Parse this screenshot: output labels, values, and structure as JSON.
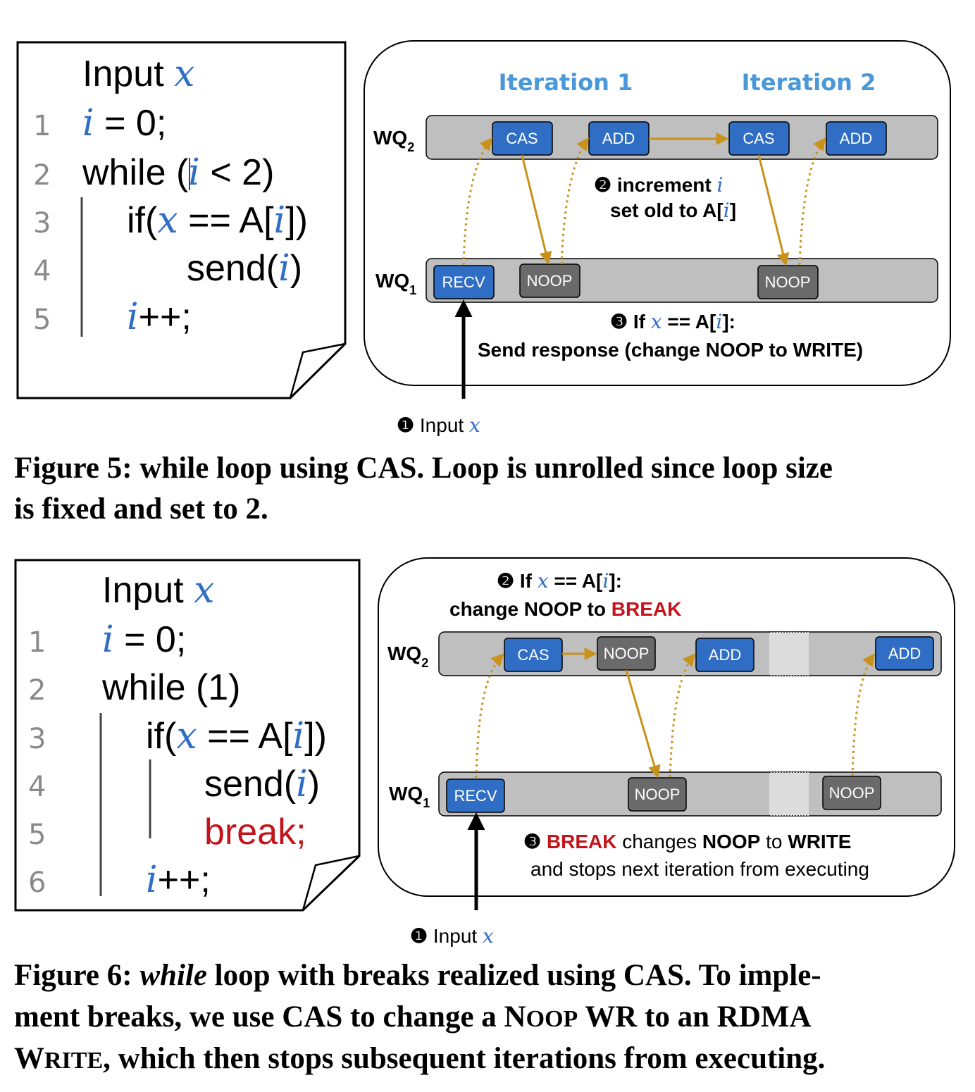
{
  "figure5": {
    "code": {
      "header_prefix": "Input ",
      "header_var": "x",
      "lines": [
        {
          "no": "1",
          "parts": [
            [
              "v",
              "i"
            ],
            [
              "t",
              " = 0;"
            ]
          ]
        },
        {
          "no": "2",
          "parts": [
            [
              "t",
              "while ("
            ],
            [
              "v",
              "i"
            ],
            [
              "t",
              " < 2)"
            ]
          ]
        },
        {
          "no": "3",
          "parts": [
            [
              "t",
              "if("
            ],
            [
              "v",
              "x"
            ],
            [
              "t",
              " == A["
            ],
            [
              "v",
              "i"
            ],
            [
              "t",
              "])"
            ]
          ]
        },
        {
          "no": "4",
          "parts": [
            [
              "t",
              "send("
            ],
            [
              "v",
              "i"
            ],
            [
              "t",
              ")"
            ]
          ]
        },
        {
          "no": "5",
          "parts": [
            [
              "v",
              "i"
            ],
            [
              "t",
              "++;"
            ]
          ]
        }
      ]
    },
    "iterations": [
      "Iteration 1",
      "Iteration 2"
    ],
    "wq2": {
      "label": "WQ",
      "sub": "2",
      "boxes": [
        "CAS",
        "ADD",
        "CAS",
        "ADD"
      ]
    },
    "wq1": {
      "label": "WQ",
      "sub": "1",
      "boxes": [
        "RECV",
        "NOOP",
        "NOOP"
      ]
    },
    "ann2_marker": "❷",
    "ann2_line1": "increment ",
    "ann2_line1_var": "i",
    "ann2_line2_prefix": "set old to A[",
    "ann2_line2_var": "i",
    "ann2_line2_suffix": "]",
    "ann3_marker": "❸",
    "ann3_line1_prefix": "If ",
    "ann3_line1_var": "x",
    "ann3_line1_mid": " == A[",
    "ann3_line1_var2": "i",
    "ann3_line1_suffix": "]:",
    "ann3_line2": "Send response (change NOOP to WRITE)",
    "input_marker": "❶",
    "input_label": "Input ",
    "input_var": "x",
    "caption": "Figure 5: while loop using CAS. Loop is unrolled since loop size",
    "caption_line2": "is fixed and set to 2."
  },
  "figure6": {
    "code": {
      "header_prefix": "Input ",
      "header_var": "x",
      "lines": [
        {
          "no": "1",
          "parts": [
            [
              "v",
              "i"
            ],
            [
              "t",
              " = 0;"
            ]
          ]
        },
        {
          "no": "2",
          "parts": [
            [
              "t",
              "while (1)"
            ]
          ]
        },
        {
          "no": "3",
          "parts": [
            [
              "t",
              "if("
            ],
            [
              "v",
              "x"
            ],
            [
              "t",
              " == A["
            ],
            [
              "v",
              "i"
            ],
            [
              "t",
              "])"
            ]
          ]
        },
        {
          "no": "4",
          "parts": [
            [
              "t",
              "send("
            ],
            [
              "v",
              "i"
            ],
            [
              "t",
              ")"
            ]
          ]
        },
        {
          "no": "5",
          "parts": [
            [
              "r",
              "break;"
            ]
          ]
        },
        {
          "no": "6",
          "parts": [
            [
              "v",
              "i"
            ],
            [
              "t",
              "++;"
            ]
          ]
        }
      ]
    },
    "wq2": {
      "label": "WQ",
      "sub": "2",
      "boxes": [
        "CAS",
        "NOOP",
        "ADD",
        "ADD"
      ]
    },
    "wq1": {
      "label": "WQ",
      "sub": "1",
      "boxes": [
        "RECV",
        "NOOP",
        "NOOP"
      ]
    },
    "ann2_marker": "❷",
    "ann2_line1_prefix": "If ",
    "ann2_line1_var": "x",
    "ann2_line1_mid": " == A[",
    "ann2_line1_var2": "i",
    "ann2_line1_suffix": "]:",
    "ann2_line2_prefix": "change NOOP to ",
    "ann2_line2_red": "BREAK",
    "ann3_marker": "❸",
    "ann3_red": "BREAK",
    "ann3_mid1": " changes ",
    "ann3_bold1": "NOOP",
    "ann3_mid2": " to ",
    "ann3_bold2": "WRITE",
    "ann3_line2": "and stops next iteration from executing",
    "input_marker": "❶",
    "input_label": "Input ",
    "input_var": "x",
    "caption_label": "Figure 6: ",
    "caption_italic": "while",
    "caption_rest1": " loop with breaks realized using CAS. To imple-",
    "caption_line2_a": "ment breaks, we use CAS to change a N",
    "caption_line2_sc": "OOP",
    "caption_line2_b": " WR to an RDMA",
    "caption_line3_a": "W",
    "caption_line3_sc": "RITE",
    "caption_line3_b": ", which then stops subsequent iterations from executing."
  },
  "colors": {
    "op_box": "#2f6ec4",
    "noop_box": "#6a6a6a",
    "queue_bar": "#bfbfbf",
    "arrow": "#c8921a",
    "var": "#2f6ec4",
    "break": "#c4141b",
    "iteration": "#4a98d8"
  }
}
